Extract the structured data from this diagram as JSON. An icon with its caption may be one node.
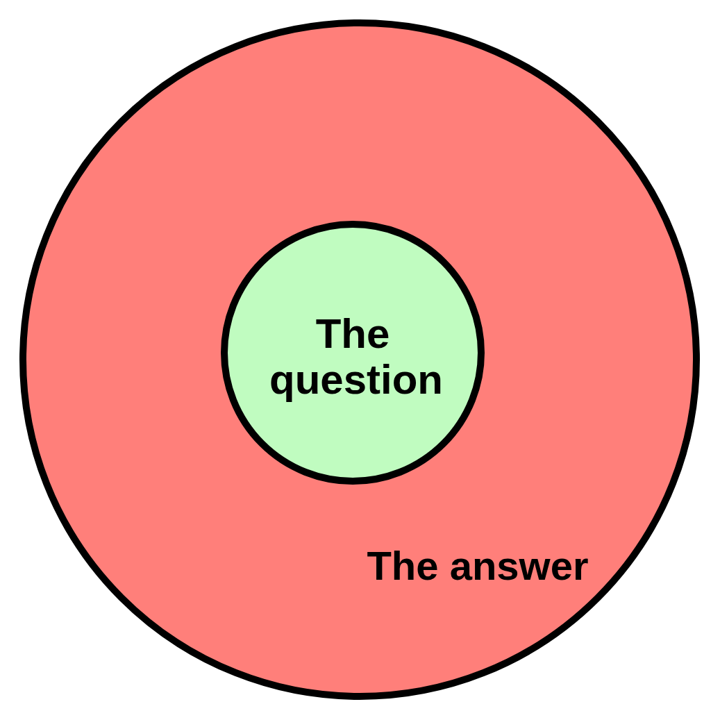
{
  "diagram": {
    "nodes": [
      {
        "text": [
          "The answer"
        ]
      },
      {
        "text": [
          "The question"
        ],
        "in": 0
      }
    ]
  }
}
